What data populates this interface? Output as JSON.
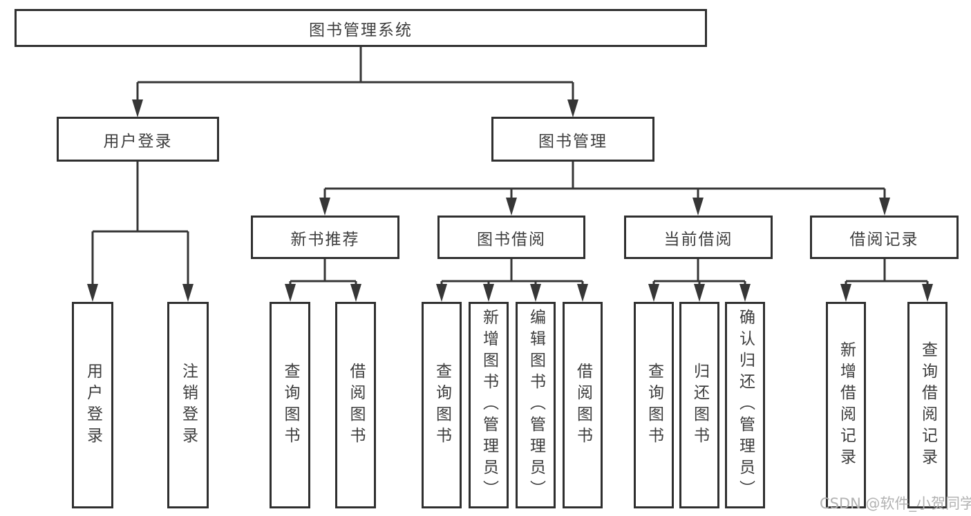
{
  "tree": {
    "root": {
      "label": "图书管理系统"
    },
    "user_login": {
      "label": "用户登录",
      "children": [
        {
          "label": "用户登录"
        },
        {
          "label": "注销登录"
        }
      ]
    },
    "book_mgmt": {
      "label": "图书管理",
      "children": [
        {
          "label": "新书推荐",
          "children": [
            {
              "label": "查询图书"
            },
            {
              "label": "借阅图书"
            }
          ]
        },
        {
          "label": "图书借阅",
          "children": [
            {
              "label": "查询图书"
            },
            {
              "label": "新增图书（管理员）"
            },
            {
              "label": "编辑图书（管理员）"
            },
            {
              "label": "借阅图书"
            }
          ]
        },
        {
          "label": "当前借阅",
          "children": [
            {
              "label": "查询图书"
            },
            {
              "label": "归还图书"
            },
            {
              "label": "确认归还（管理员）"
            }
          ]
        },
        {
          "label": "借阅记录",
          "children": [
            {
              "label": "新增借阅记录"
            },
            {
              "label": "查询借阅记录"
            }
          ]
        }
      ]
    }
  },
  "watermark": {
    "text": "CSDN @软件_小贺同学"
  },
  "colors": {
    "line": "#363636",
    "border": "#2f2f2f",
    "text": "#3d3d3d",
    "watermark": "#b2b2b2",
    "background": "#ffffff"
  }
}
